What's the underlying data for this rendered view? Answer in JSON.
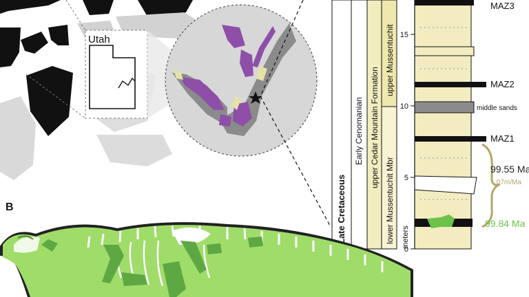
{
  "panel_labels": {
    "b": "B"
  },
  "map": {
    "state_label": "Utah"
  },
  "stratigraphy": {
    "columns": [
      "Late Cretaceous",
      "Early Cenomanian",
      "upper Cedar Mountain Formation",
      "lower Mussentuchit Mbr",
      "upper Mussentuchit"
    ],
    "axis_title": "meters",
    "axis_ticks": [
      {
        "value": 0,
        "label": "0"
      },
      {
        "value": 5,
        "label": "5"
      },
      {
        "value": 10,
        "label": "10"
      },
      {
        "value": 15,
        "label": "15"
      }
    ],
    "beds": [
      {
        "label": "MAZ3"
      },
      {
        "label": "MAZ2"
      },
      {
        "label": "middle sands"
      },
      {
        "label": "MAZ1"
      }
    ],
    "dates": [
      {
        "label": "99.55 Ma",
        "color": "#222222"
      },
      {
        "label": "99.84 Ma",
        "color": "#6cc24a"
      }
    ],
    "rate_label": ".07m/Ma",
    "colors": {
      "sand": "#f3ecc0",
      "marker": "#111111",
      "bracket": "#b5a56a",
      "green": "#6cc24a"
    }
  },
  "colors": {
    "skeleton_green": "#9fdc6a",
    "bone_dark": "#5ea844",
    "outcrop_purple": "#8e4fa8",
    "inset_grey": "#d7d7d7"
  }
}
